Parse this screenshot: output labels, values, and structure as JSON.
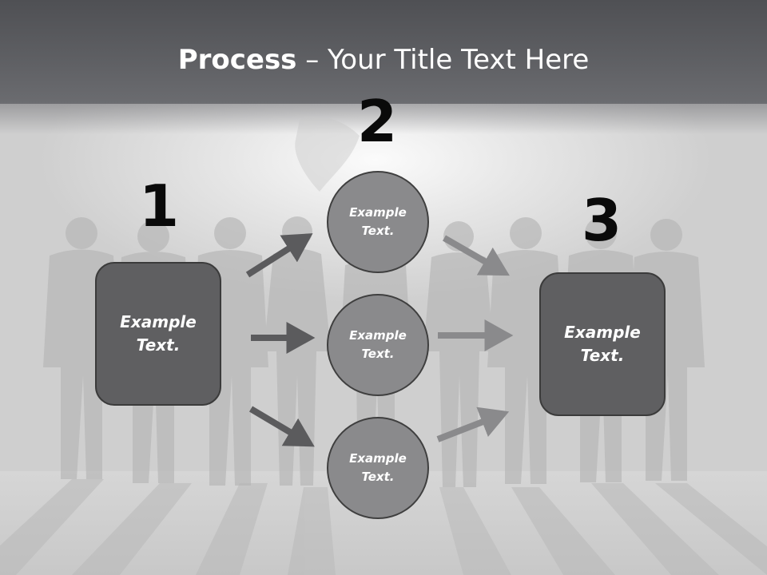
{
  "title": {
    "bold": "Process",
    "rest": " – Your Title Text Here"
  },
  "steps": [
    {
      "number": "1",
      "label": "Example Text."
    },
    {
      "number": "2",
      "label": "Example Text."
    },
    {
      "number": "3",
      "label": "Example Text."
    }
  ],
  "circles": [
    {
      "label": "Example Text."
    },
    {
      "label": "Example Text."
    },
    {
      "label": "Example Text."
    }
  ],
  "colors": {
    "header": "#55565a",
    "box": "#5f5f61",
    "circle": "#8a8a8c",
    "arrow_dark": "#5b5b5d",
    "arrow_light": "#8a8a8c"
  }
}
